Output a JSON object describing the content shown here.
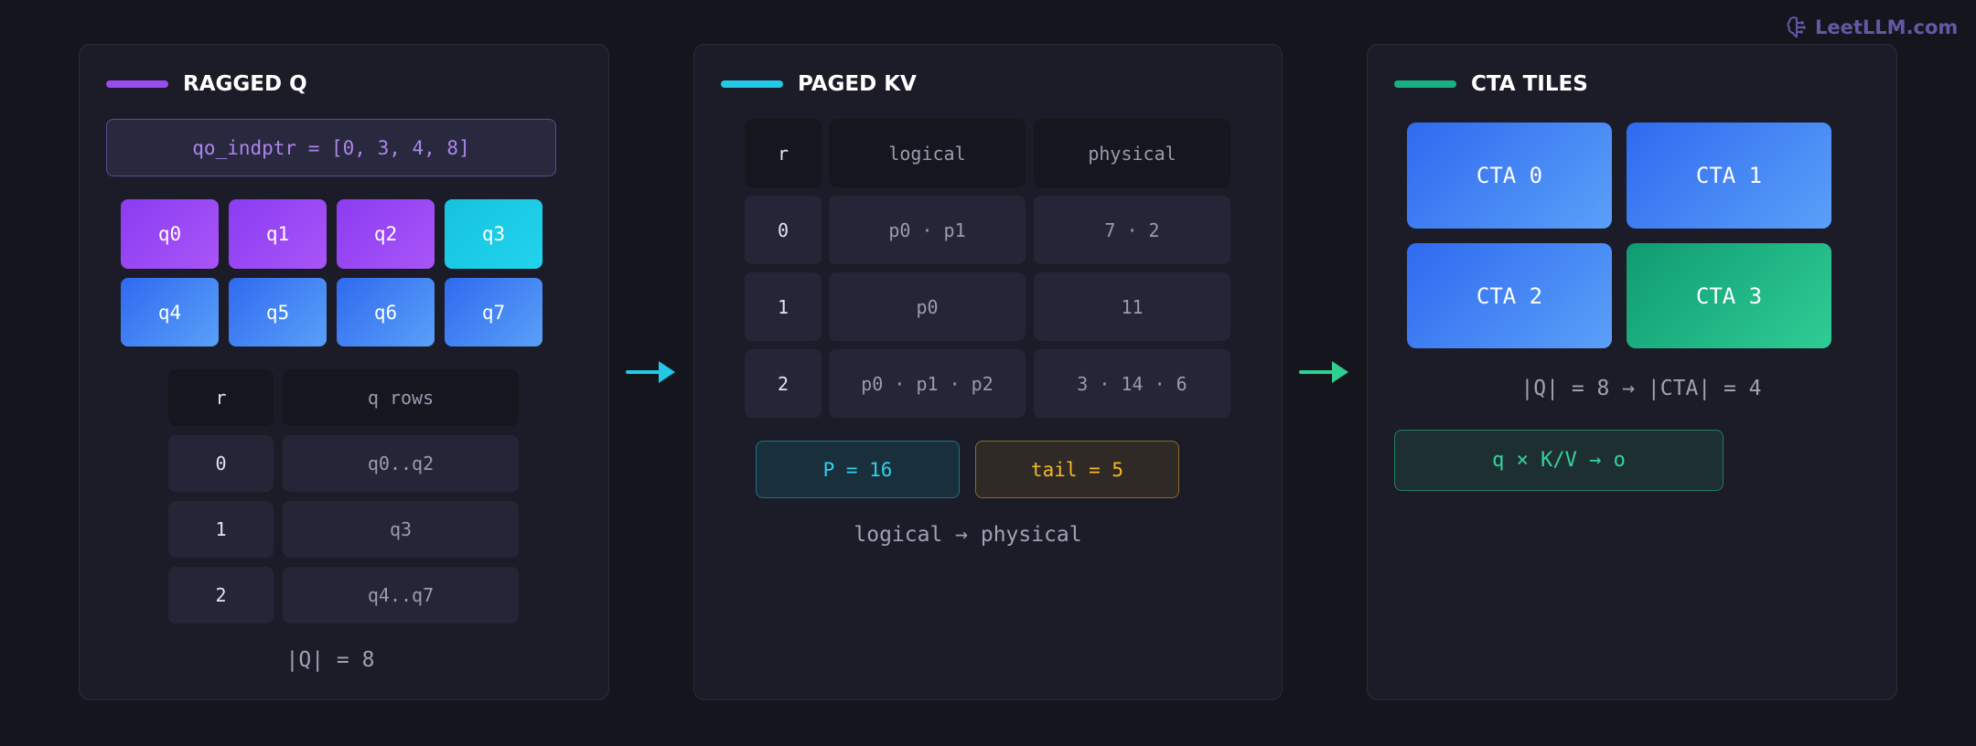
{
  "brand": {
    "logo_text": "LeetLLM.com",
    "icon": "brain-icon"
  },
  "colors": {
    "purple": "#a855f7",
    "cyan": "#22d3ee",
    "blue": "#3b82f6",
    "green": "#10b981",
    "yellow": "#fbbf24"
  },
  "ragged_q": {
    "title": "RAGGED Q",
    "indptr": "qo_indptr = [0, 3, 4, 8]",
    "tiles": [
      "q0",
      "q1",
      "q2",
      "q3",
      "q4",
      "q5",
      "q6",
      "q7"
    ],
    "table": {
      "headers": [
        "r",
        "q rows"
      ],
      "rows": [
        [
          "0",
          "q0..q2"
        ],
        [
          "1",
          "q3"
        ],
        [
          "2",
          "q4..q7"
        ]
      ]
    },
    "caption": "|Q| = 8"
  },
  "paged_kv": {
    "title": "PAGED KV",
    "table": {
      "headers": [
        "r",
        "logical",
        "physical"
      ],
      "rows": [
        [
          "0",
          "p0 · p1",
          "7 · 2"
        ],
        [
          "1",
          "p0",
          "11"
        ],
        [
          "2",
          "p0 · p1 · p2",
          "3 · 14 · 6"
        ]
      ]
    },
    "badge_p": "P = 16",
    "badge_tail": "tail = 5",
    "caption": "logical → physical"
  },
  "cta_tiles": {
    "title": "CTA TILES",
    "tiles": [
      "CTA 0",
      "CTA 1",
      "CTA 2",
      "CTA 3"
    ],
    "caption": "|Q| = 8 → |CTA| = 4",
    "formula": "q × K/V → o"
  }
}
